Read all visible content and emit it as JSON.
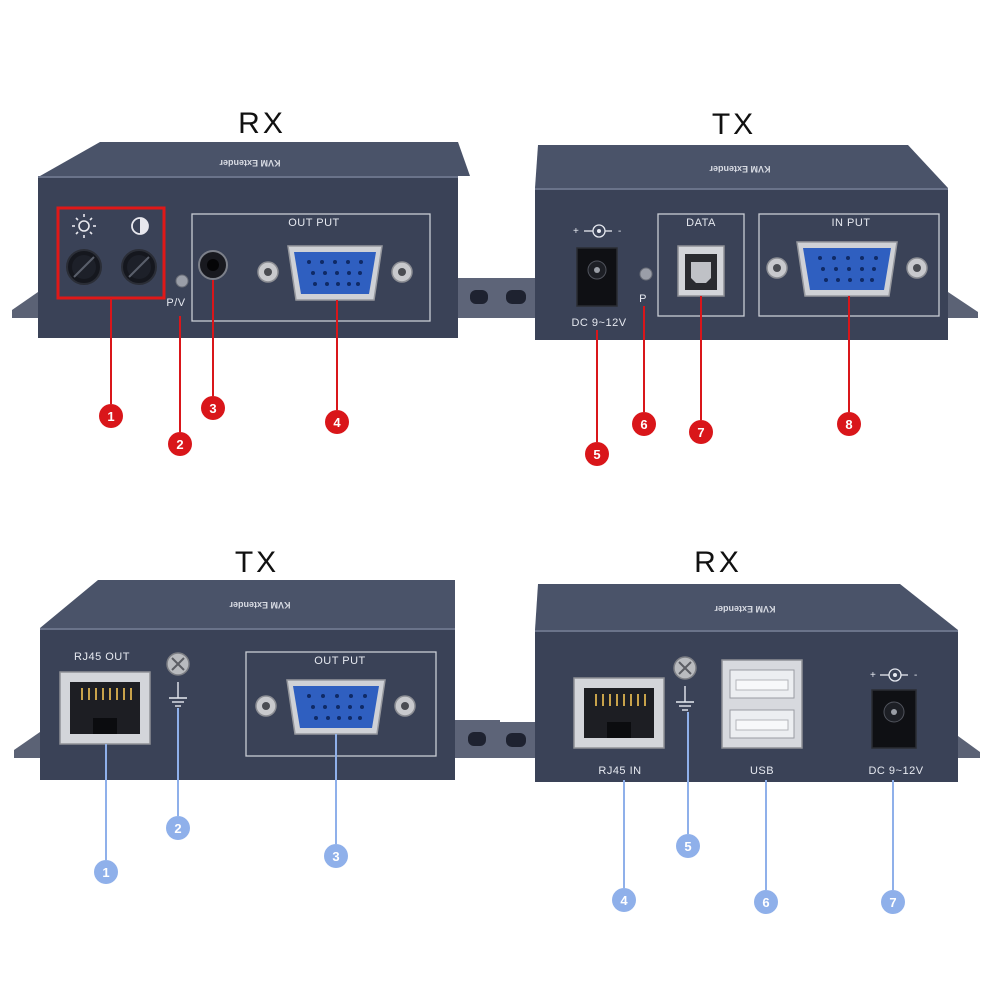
{
  "panels": {
    "rx_top": {
      "title": "RX",
      "port_labels": {
        "output": "OUT PUT",
        "pv": "P/V"
      },
      "callouts": [
        "1",
        "2",
        "3",
        "4"
      ]
    },
    "tx_top": {
      "title": "TX",
      "port_labels": {
        "dc_symbol": "+ -",
        "data": "DATA",
        "input": "IN PUT",
        "p": "P",
        "dc": "DC 9~12V"
      },
      "callouts": [
        "5",
        "6",
        "7",
        "8"
      ]
    },
    "tx_bottom": {
      "title": "TX",
      "port_labels": {
        "rj45": "RJ45  OUT",
        "output": "OUT PUT"
      },
      "callouts": [
        "1",
        "2",
        "3"
      ]
    },
    "rx_bottom": {
      "title": "RX",
      "port_labels": {
        "dc_symbol": "+ -",
        "rj45": "RJ45  IN",
        "usb": "USB",
        "dc": "DC 9~12V"
      },
      "callouts": [
        "4",
        "5",
        "6",
        "7"
      ]
    }
  },
  "colors": {
    "chassis": "#3a4257",
    "callout_red": "#d9161a",
    "callout_blue": "#8fb0ea",
    "vga_blue": "#2f5fc0",
    "highlight_box": "#e01818"
  }
}
